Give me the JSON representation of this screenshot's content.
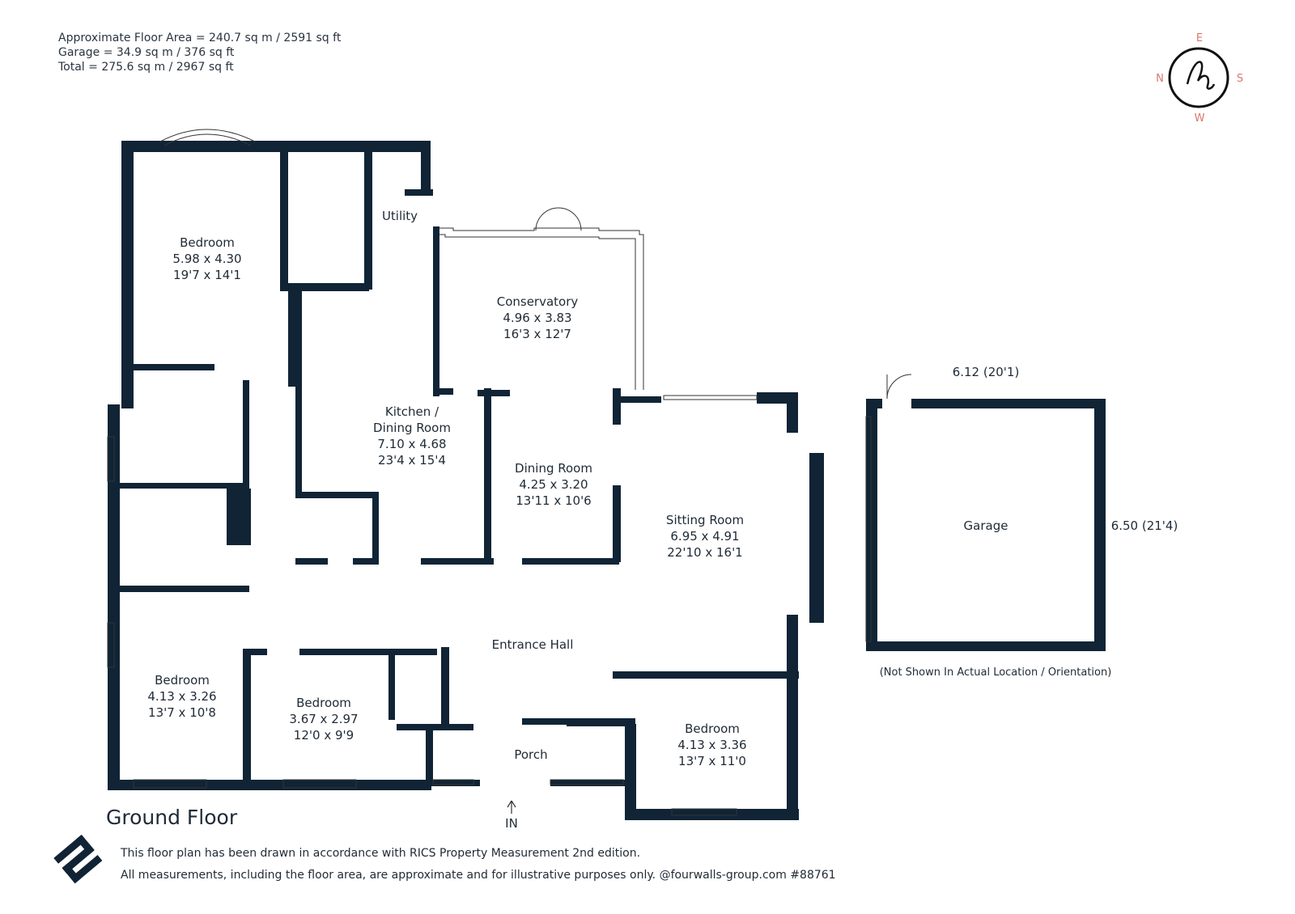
{
  "area_summary": {
    "floor_area": "Approximate Floor Area = 240.7 sq m / 2591 sq ft",
    "garage": "Garage = 34.9 sq m / 376 sq ft",
    "total": "Total = 275.6 sq m / 2967 sq ft"
  },
  "compass": {
    "n": "N",
    "e": "E",
    "s": "S",
    "w": "W",
    "logo_letter": "h"
  },
  "rooms": {
    "bedroom1": {
      "name": "Bedroom",
      "metric": "5.98 x 4.30",
      "imperial": "19'7 x 14'1"
    },
    "utility": {
      "name": "Utility"
    },
    "conservatory": {
      "name": "Conservatory",
      "metric": "4.96 x 3.83",
      "imperial": "16'3 x 12'7"
    },
    "kitchen": {
      "name_line1": "Kitchen /",
      "name_line2": "Dining Room",
      "metric": "7.10 x 4.68",
      "imperial": "23'4 x 15'4"
    },
    "dining": {
      "name": "Dining Room",
      "metric": "4.25 x 3.20",
      "imperial": "13'11 x 10'6"
    },
    "sitting": {
      "name": "Sitting Room",
      "metric": "6.95 x 4.91",
      "imperial": "22'10 x 16'1"
    },
    "entrance": {
      "name": "Entrance Hall"
    },
    "bedroom2": {
      "name": "Bedroom",
      "metric": "4.13 x 3.26",
      "imperial": "13'7 x 10'8"
    },
    "bedroom3": {
      "name": "Bedroom",
      "metric": "3.67 x 2.97",
      "imperial": "12'0 x 9'9"
    },
    "porch": {
      "name": "Porch",
      "entry": "IN"
    },
    "bedroom4": {
      "name": "Bedroom",
      "metric": "4.13 x 3.36",
      "imperial": "13'7 x 11'0"
    }
  },
  "garage": {
    "name": "Garage",
    "width": "6.12 (20'1)",
    "depth": "6.50 (21'4)",
    "note": "(Not Shown In Actual Location / Orientation)"
  },
  "floor_title": "Ground Floor",
  "footer": {
    "line1": "This floor plan has been drawn in accordance with RICS Property Measurement 2nd edition.",
    "line2": "All measurements, including the floor area, are approximate and for illustrative purposes only. @fourwalls-group.com #88761"
  },
  "colors": {
    "wall": "#102436",
    "text": "#1f2a36",
    "compass_accent": "#d9776d"
  }
}
